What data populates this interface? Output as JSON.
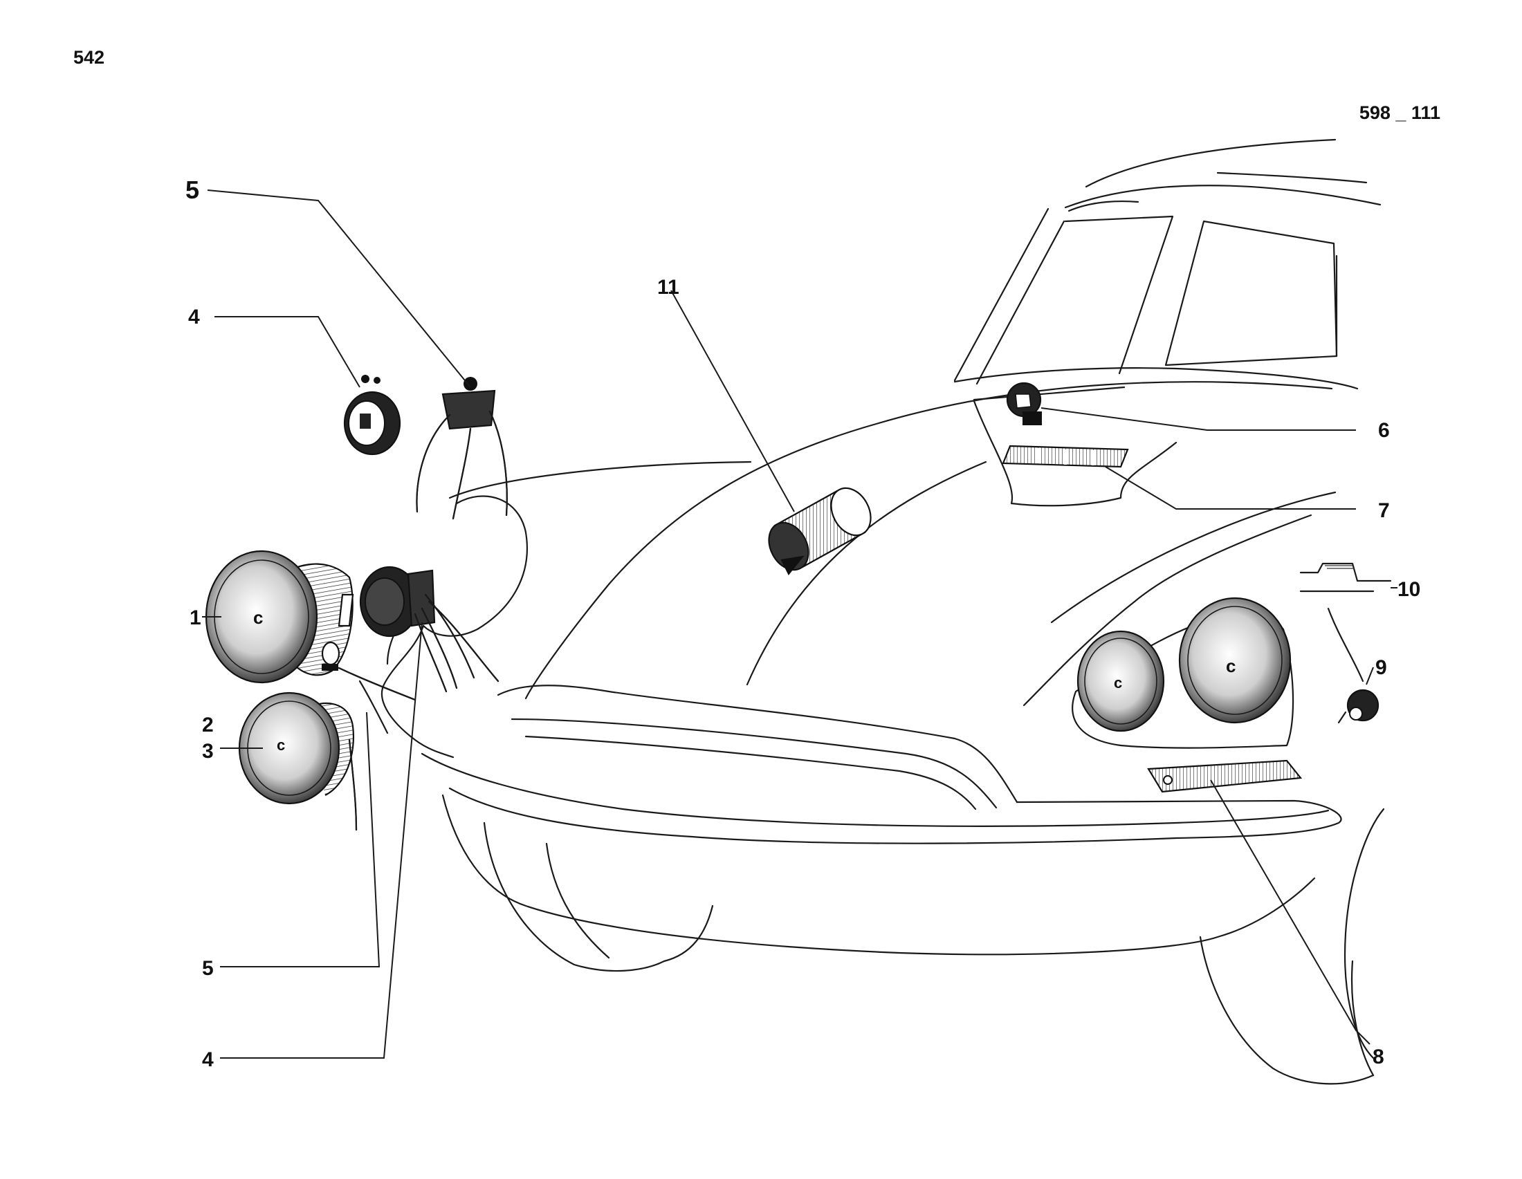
{
  "page": {
    "page_number": "542",
    "drawing_ref": "598 _ 111"
  },
  "callouts": [
    {
      "id": "c5-top",
      "label": "5"
    },
    {
      "id": "c4-top",
      "label": "4"
    },
    {
      "id": "c1",
      "label": "1"
    },
    {
      "id": "c2",
      "label": "2"
    },
    {
      "id": "c3",
      "label": "3"
    },
    {
      "id": "c5-bottom",
      "label": "5"
    },
    {
      "id": "c4-bottom",
      "label": "4"
    },
    {
      "id": "c11",
      "label": "11"
    },
    {
      "id": "c6",
      "label": "6"
    },
    {
      "id": "c7",
      "label": "7"
    },
    {
      "id": "c10",
      "label": "10"
    },
    {
      "id": "c9",
      "label": "9"
    },
    {
      "id": "c8",
      "label": "8"
    }
  ],
  "colors": {
    "ink": "#111111",
    "paper": "#ffffff"
  }
}
